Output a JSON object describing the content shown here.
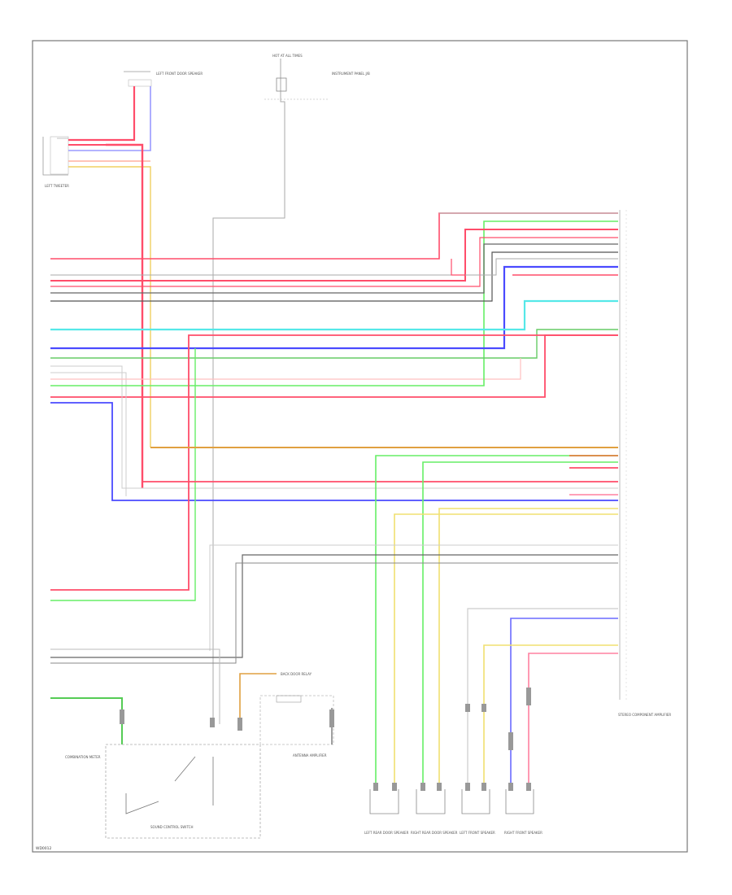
{
  "diagram": {
    "code": "WD0012",
    "left_tweeter": "LEFT TWEETER",
    "left_front_door_speaker": "LEFT FRONT DOOR SPEAKER",
    "hot_at_all_times": "HOT AT ALL TIMES",
    "instrument_panel_fuse_box": "INSTRUMENT PANEL J/B",
    "stereo_component": "STEREO COMPONENT AMPLIFIER",
    "combination_meter": "COMBINATION METER",
    "antenna_amplifier": "ANTENNA AMPLIFIER",
    "left_rear_door_speaker": "LEFT REAR DOOR SPEAKER",
    "right_rear_door_speaker": "RIGHT REAR DOOR SPEAKER",
    "left_front_speaker": "LEFT FRONT SPEAKER",
    "right_front_speaker": "RIGHT FRONT SPEAKER",
    "sound_control_switch": "SOUND CONTROL SWITCH",
    "back_door_relay": "BACK DOOR RELAY"
  },
  "colors": {
    "red": "#ff4d6a",
    "blue": "#4a4aff",
    "green": "#33cc33",
    "lightgreen": "#66ee66",
    "yellow": "#e8e86a",
    "orange": "#e0a040",
    "cyan": "#55e8e8",
    "gray": "#999999",
    "darkgray": "#555555",
    "pink": "#ffb0c0",
    "lightgray": "#cccccc"
  }
}
